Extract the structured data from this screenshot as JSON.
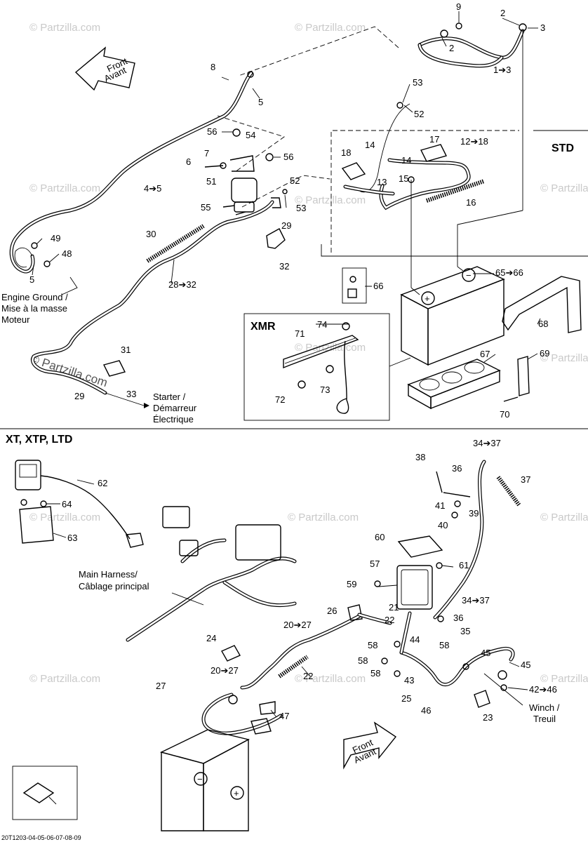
{
  "sections": {
    "std": "STD",
    "xmr": "XMR",
    "xt": "XT, XTP, LTD"
  },
  "labels": {
    "front_top": [
      "Front",
      "Avant"
    ],
    "front_bottom": [
      "Front",
      "Avant"
    ],
    "engine_ground": [
      "Engine Ground /",
      "Mise à la masse",
      "Moteur"
    ],
    "starter": [
      "Starter /",
      "Démarreur",
      "Électrique"
    ],
    "main_harness": [
      "Main Harness/",
      "Câblage principal"
    ],
    "winch": [
      "Winch /",
      "Treuil"
    ]
  },
  "watermarks": [
    "© Partzilla.com"
  ],
  "watermark_main": "© Partzilla.com",
  "footer_code": "20T1203-04-05-06-07-08-09",
  "callouts": [
    "9",
    "2",
    "3",
    "2",
    "1➔3",
    "8",
    "5",
    "53",
    "52",
    "56",
    "54",
    "7",
    "56",
    "6",
    "51",
    "52",
    "53",
    "55",
    "29",
    "18",
    "14",
    "13",
    "17",
    "12➔18",
    "14",
    "15",
    "16",
    "30",
    "28➔32",
    "32",
    "49",
    "48",
    "5",
    "66",
    "65➔66",
    "74",
    "71",
    "72",
    "73",
    "67",
    "68",
    "69",
    "70",
    "31",
    "29",
    "33",
    "4➔5",
    "34➔37",
    "38",
    "36",
    "37",
    "62",
    "64",
    "63",
    "41",
    "39",
    "40",
    "60",
    "61",
    "57",
    "59",
    "21",
    "22",
    "34➔37",
    "36",
    "35",
    "58",
    "26",
    "20➔27",
    "44",
    "58",
    "58",
    "58",
    "45",
    "45",
    "42➔46",
    "43",
    "46",
    "25",
    "23",
    "24",
    "20➔27",
    "22",
    "27",
    "47"
  ]
}
